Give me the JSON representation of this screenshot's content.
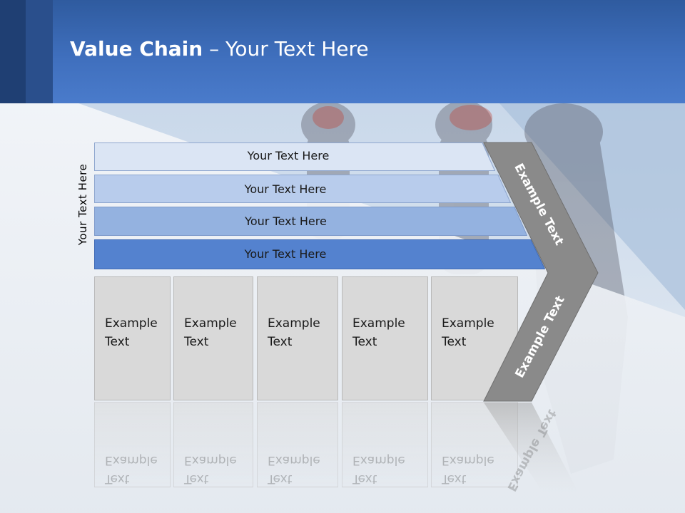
{
  "slide": {
    "title_bold": "Value Chain",
    "title_rest": " – Your Text Here",
    "side_label": "Your Text Here",
    "stripes": [
      {
        "label": "Your Text Here",
        "color": "#dbe5f4"
      },
      {
        "label": "Your Text Here",
        "color": "#b8ccec"
      },
      {
        "label": "Your Text Here",
        "color": "#94b2e0"
      },
      {
        "label": "Your Text Here",
        "color": "#5482cf"
      }
    ],
    "columns": [
      {
        "line1": "Example",
        "line2": "Text"
      },
      {
        "line1": "Example",
        "line2": "Text"
      },
      {
        "line1": "Example",
        "line2": "Text"
      },
      {
        "line1": "Example",
        "line2": "Text"
      },
      {
        "line1": "Example",
        "line2": "Text"
      }
    ],
    "chevron_upper": "Example Text",
    "chevron_lower": "Example Text",
    "colors": {
      "header": "#3f6fbd",
      "chevron": "#8a8a8a",
      "column": "#d9d9d9"
    }
  }
}
